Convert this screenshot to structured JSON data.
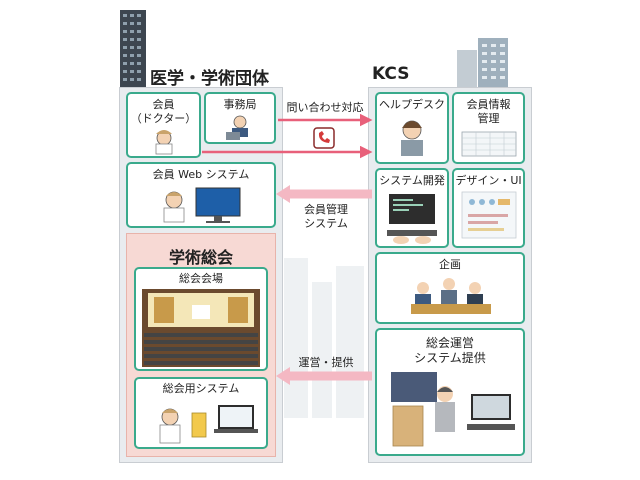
{
  "left_org": {
    "title": "医学・学術団体"
  },
  "right_org": {
    "title": "KCS"
  },
  "cards": {
    "member": "会員\n（ドクター）",
    "office": "事務局",
    "member_web": "会員 Web システム",
    "assembly": "学術総会",
    "venue": "総会会場",
    "assembly_system": "総会用システム",
    "helpdesk": "ヘルプデスク",
    "member_info": "会員情報\n管理",
    "sys_dev": "システム開発",
    "design_ui": "デザイン・UI",
    "planning": "企画",
    "operation": "総会運営\nシステム提供"
  },
  "flows": {
    "inquiry": "問い合わせ対応",
    "member_mgmt": "会員管理\nシステム",
    "operation_provide": "運営・提供"
  },
  "colors": {
    "card_border": "#3aaa8c",
    "arrow": "#e8607a",
    "assembly_bg": "#f7d9d4",
    "outer_bg": "#e9ecef"
  }
}
